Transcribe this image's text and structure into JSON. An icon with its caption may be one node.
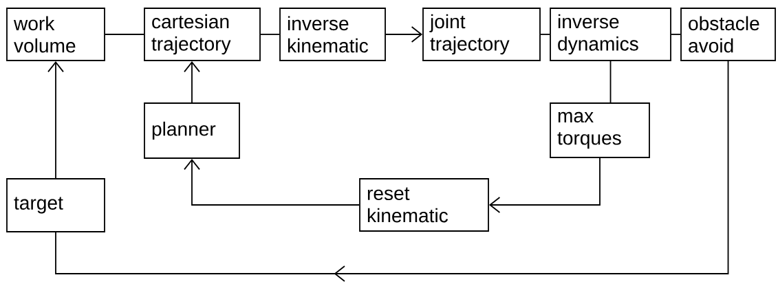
{
  "diagram": {
    "nodes": [
      {
        "text": [
          "work volume"
        ]
      },
      {
        "text": [
          "cartesian trajectory"
        ]
      },
      {
        "text": [
          "inverse kinematic"
        ]
      },
      {
        "text": [
          "joint trajectory"
        ]
      },
      {
        "text": [
          "inverse dynamics"
        ]
      },
      {
        "text": [
          "obstacle avoid"
        ]
      },
      {
        "text": [
          "planner"
        ]
      },
      {
        "text": [
          "max torques"
        ]
      },
      {
        "text": [
          "target"
        ]
      },
      {
        "text": [
          "reset kinematic"
        ]
      }
    ],
    "edges": [
      {
        "from": 0,
        "to": 1,
        "arrow": "none"
      },
      {
        "from": 1,
        "to": 2,
        "arrow": "none"
      },
      {
        "from": 2,
        "to": 3,
        "arrow": "to"
      },
      {
        "from": 3,
        "to": 4,
        "arrow": "none"
      },
      {
        "from": 4,
        "to": 5,
        "arrow": "none"
      },
      {
        "from": 6,
        "to": 1,
        "arrow": "to"
      },
      {
        "from": 8,
        "to": 0,
        "arrow": "to"
      },
      {
        "from": 4,
        "to": 7,
        "arrow": "none"
      },
      {
        "from": 7,
        "to": 9,
        "arrow": "to"
      },
      {
        "from": 9,
        "to": 6,
        "arrow": "to"
      },
      {
        "from": 5,
        "to": 8,
        "arrow": "to"
      }
    ]
  }
}
